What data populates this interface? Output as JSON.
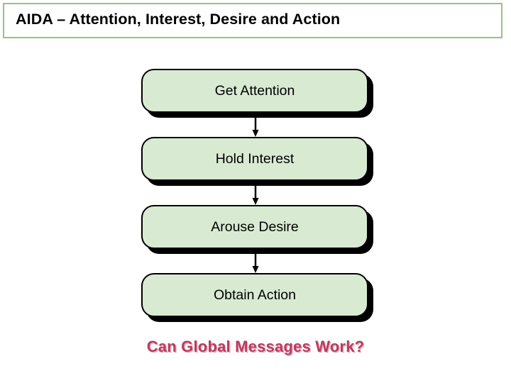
{
  "slide": {
    "title": "AIDA – Attention, Interest, Desire and Action",
    "title_border_color": "#93c47d",
    "background_color": "#ffffff",
    "caption": "Can Global Messages Work?",
    "caption_color": "#c0395f"
  },
  "flowchart": {
    "node_fill_color": "#d9ead3",
    "node_border_color": "#000000",
    "nodes": [
      {
        "label": "Get Attention"
      },
      {
        "label": "Hold Interest"
      },
      {
        "label": "Arouse Desire"
      },
      {
        "label": "Obtain Action"
      }
    ],
    "connectors": [
      {
        "name": "arrow-get-attention-to-hold-interest"
      },
      {
        "name": "arrow-hold-interest-to-arouse-desire"
      },
      {
        "name": "arrow-arouse-desire-to-obtain-action"
      }
    ]
  }
}
